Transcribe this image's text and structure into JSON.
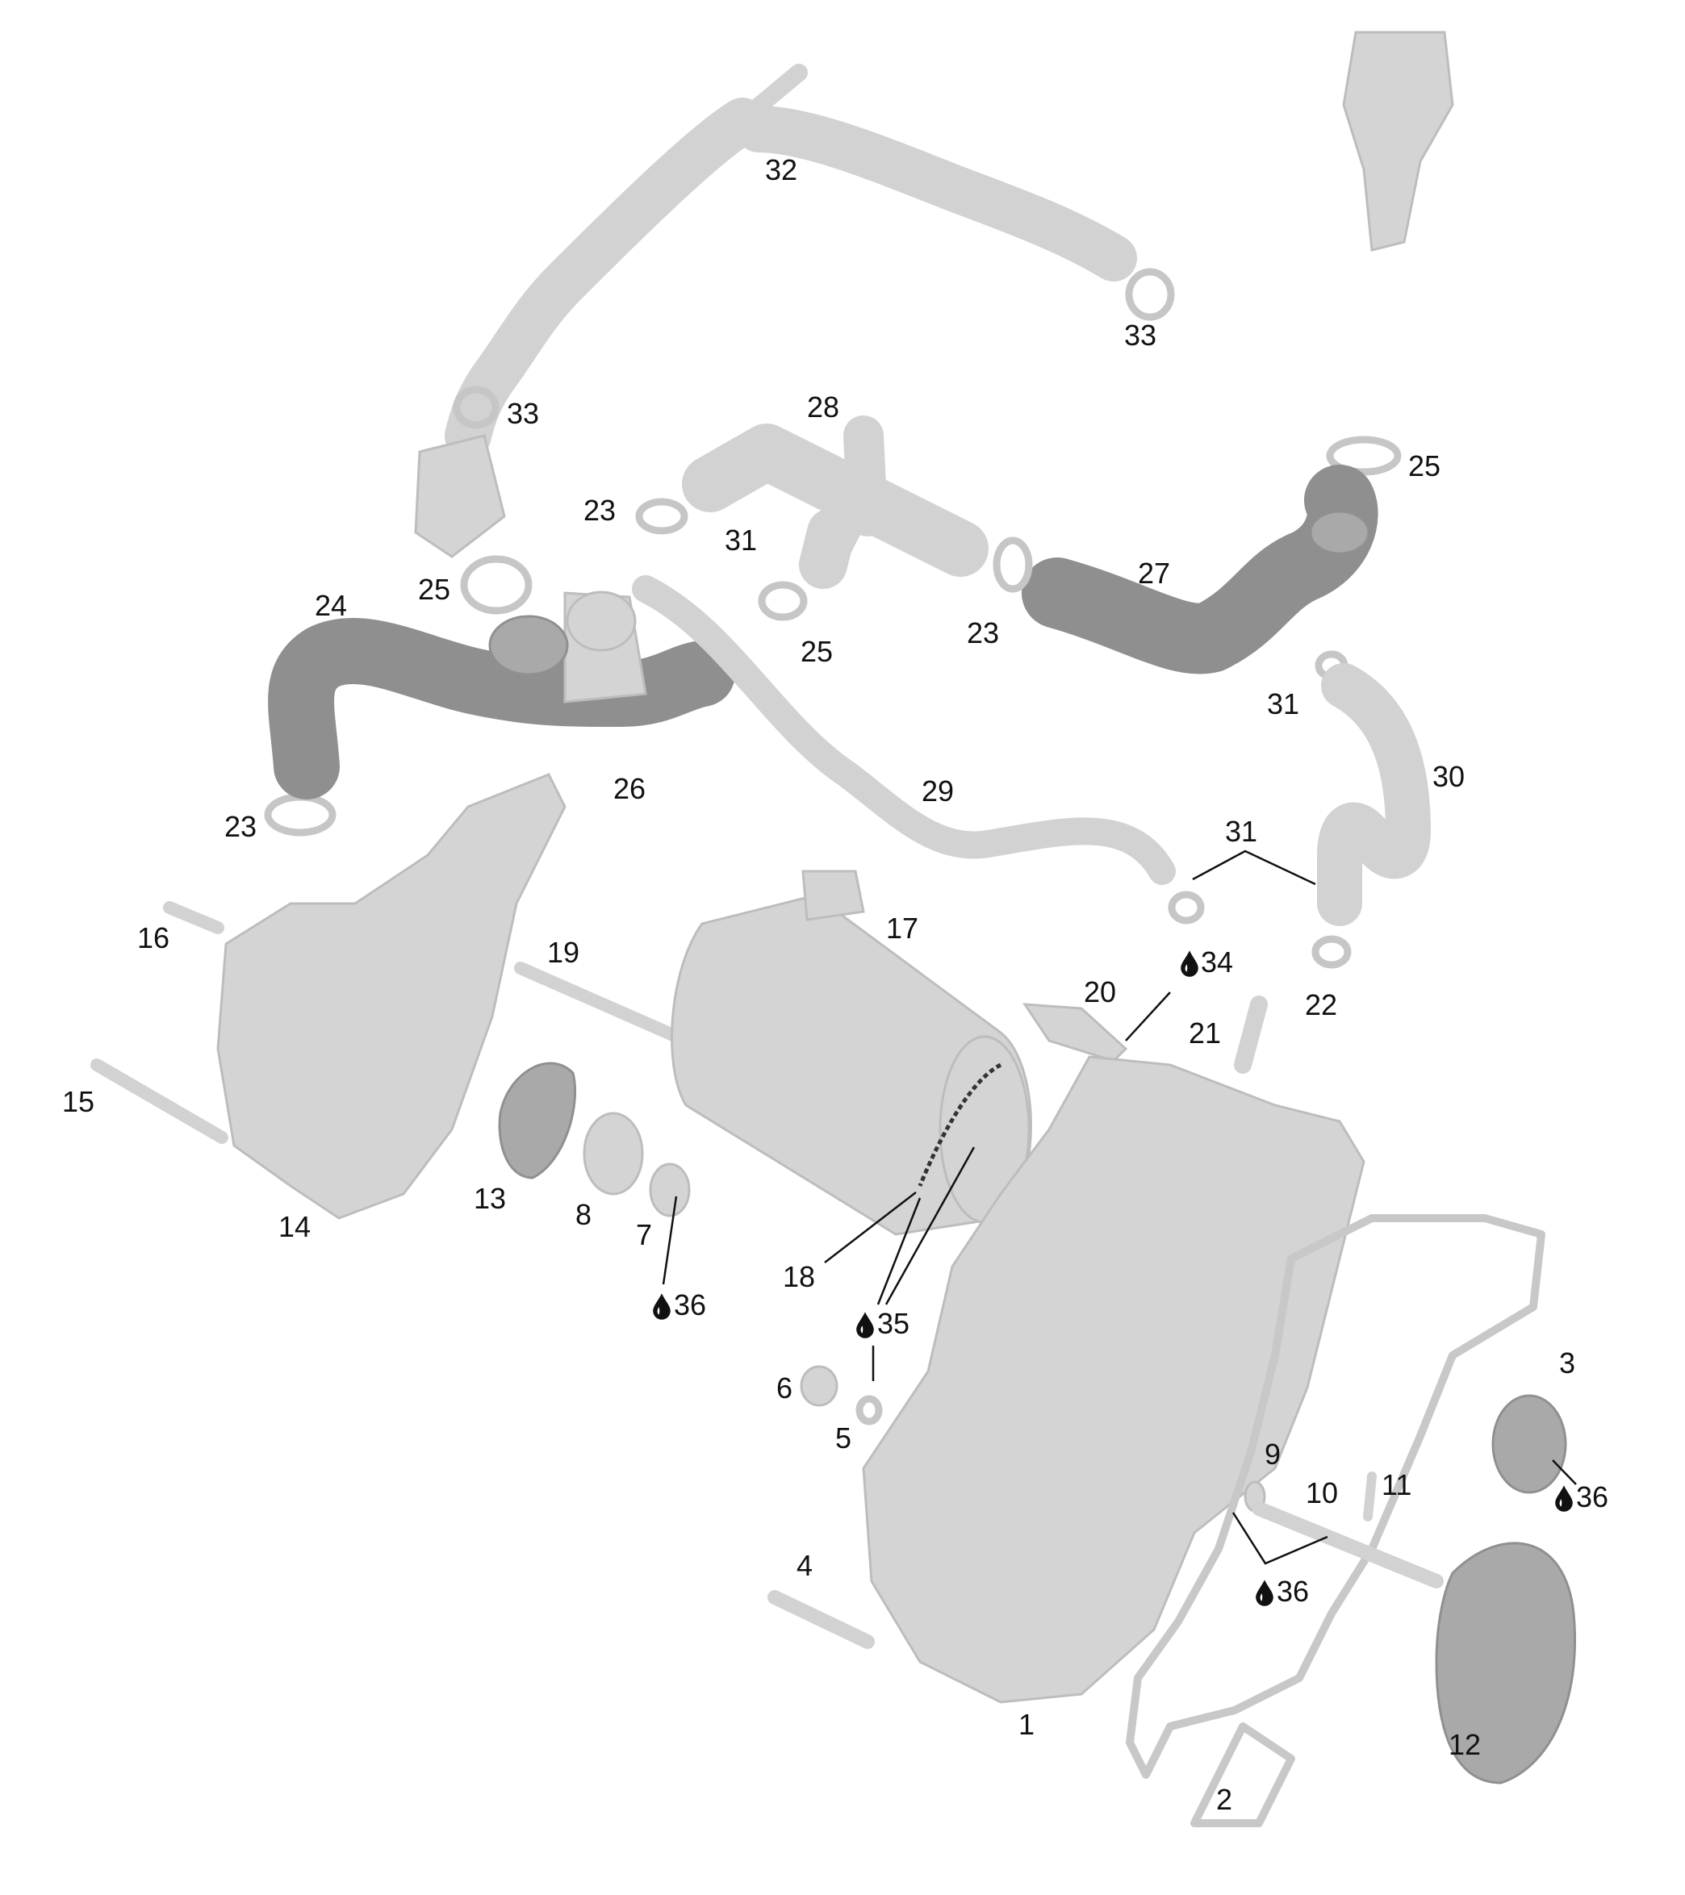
{
  "callouts": {
    "c1": "1",
    "c2": "2",
    "c3": "3",
    "c4": "4",
    "c5": "5",
    "c6": "6",
    "c7": "7",
    "c8": "8",
    "c9": "9",
    "c10": "10",
    "c11": "11",
    "c12": "12",
    "c13": "13",
    "c14": "14",
    "c15": "15",
    "c16": "16",
    "c17": "17",
    "c18": "18",
    "c19": "19",
    "c20": "20",
    "c21": "21",
    "c22": "22",
    "c23a": "23",
    "c23b": "23",
    "c23c": "23",
    "c24": "24",
    "c25a": "25",
    "c25b": "25",
    "c25c": "25",
    "c26": "26",
    "c27": "27",
    "c28": "28",
    "c29": "29",
    "c30": "30",
    "c31a": "31",
    "c31b": "31",
    "c31c": "31",
    "c32": "32",
    "c33a": "33",
    "c33b": "33",
    "c34": "34",
    "c35": "35",
    "c36a": "36",
    "c36b": "36",
    "c36c": "36"
  },
  "colors": {
    "light_part": "#d4d4d4",
    "dark_part": "#8c8c8c",
    "callout_text": "#111111",
    "drop_symbol": "#111111"
  },
  "icons": {
    "fluid_drop": "drop-icon"
  }
}
